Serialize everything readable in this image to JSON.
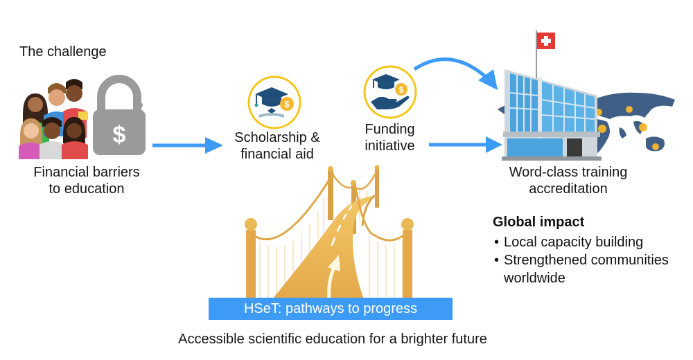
{
  "challenge": {
    "heading": "The challenge",
    "caption_line1": "Financial barriers",
    "caption_line2": "to education",
    "icons": [
      "students-group-icon",
      "dollar-padlock-icon"
    ]
  },
  "scholarship": {
    "caption_line1": "Scholarship &",
    "caption_line2": "financial aid",
    "icon": "graduation-cap-coin-icon"
  },
  "funding": {
    "caption_line1": "Funding",
    "caption_line2": "initiative",
    "icon": "hand-cap-coin-icon"
  },
  "accreditation": {
    "caption_line1": "Word-class training",
    "caption_line2": "accreditation",
    "icons": [
      "swiss-flag-building-icon",
      "world-map-icon"
    ]
  },
  "impact": {
    "title": "Global impact",
    "bullets": [
      "Local capacity building",
      "Strengthened communities worldwide"
    ]
  },
  "bridge": {
    "icon": "golden-bridge-icon",
    "banner": "HSeT: pathways  to progress"
  },
  "tagline": "Accessible scientific education for a brighter future",
  "colors": {
    "arrow": "#3d9bf5",
    "banner": "#3d9bf5",
    "icon_ring": "#f5c518",
    "icon_navy": "#1f4e79",
    "gold": "#e8b54a",
    "lock_gray": "#9a9a9a"
  }
}
